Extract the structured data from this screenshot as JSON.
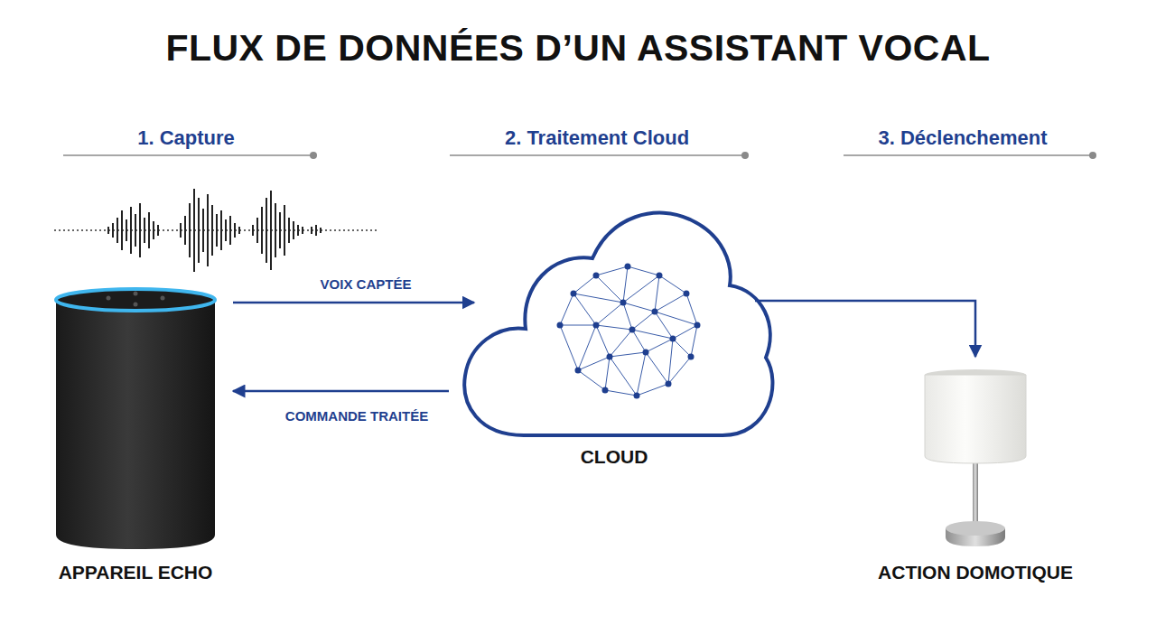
{
  "diagram": {
    "title": "FLUX DE DONNÉES D’UN ASSISTANT VOCAL",
    "nodes": [
      {
        "text": [
          "APPAREIL ECHO"
        ]
      },
      {
        "text": [
          "CLOUD"
        ]
      },
      {
        "text": [
          "ACTION DOMOTIQUE"
        ]
      }
    ],
    "edges": [
      {
        "from": 0,
        "to": 1,
        "label": "VOIX CAPTÉE",
        "arrow": "to"
      },
      {
        "from": 1,
        "to": 0,
        "label": "COMMANDE TRAITÉE",
        "arrow": "to"
      },
      {
        "from": 1,
        "to": 2,
        "arrow": "to"
      }
    ],
    "labels": [
      "1. Capture",
      "2. Traitement Cloud",
      "3. Déclenchement"
    ]
  }
}
